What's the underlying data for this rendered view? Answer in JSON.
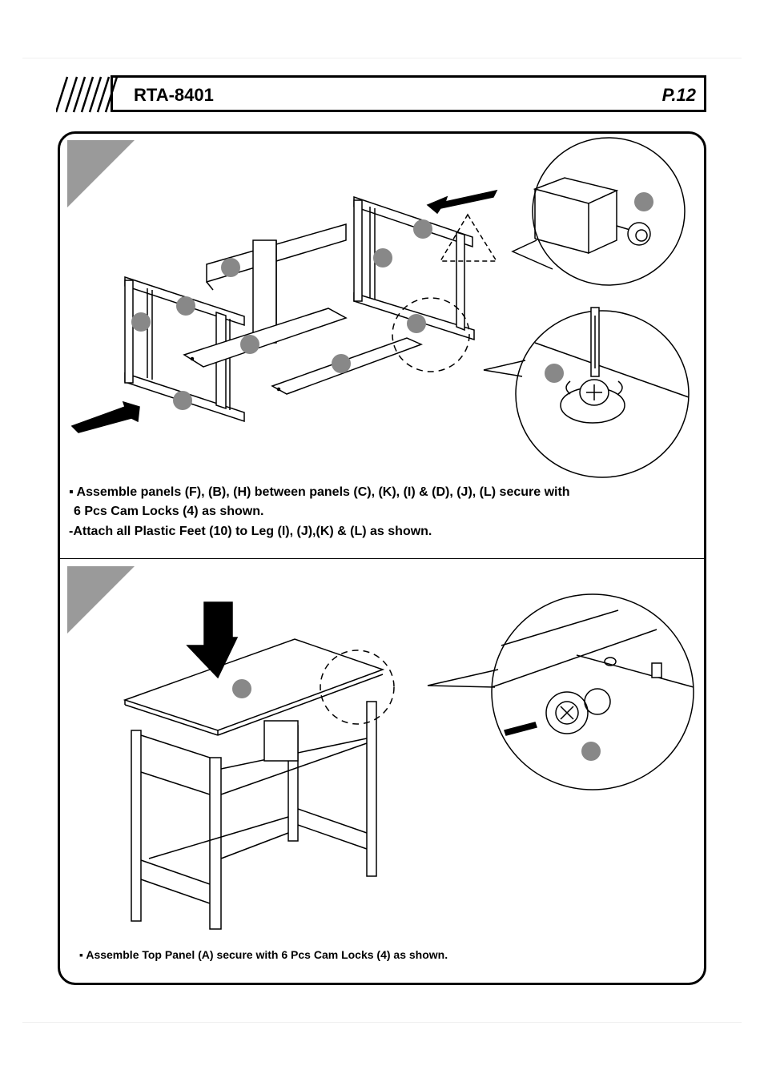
{
  "header": {
    "model": "RTA-8401",
    "page": "P.12"
  },
  "step1": {
    "line1": "▪ Assemble  panels (F), (B), (H) between panels (C), (K), (I) & (D), (J), (L)  secure with",
    "line2": "6 Pcs Cam Locks (4) as shown.",
    "line3": "-Attach all Plastic Feet (10) to Leg (I), (J),(K) & (L) as shown."
  },
  "step2": {
    "line1": "▪ Assemble  Top Panel (A) secure with 6 Pcs Cam Locks (4) as shown."
  },
  "colors": {
    "frame": "#000000",
    "step_corner": "#9a9a9a",
    "label_circle": "#888888"
  }
}
